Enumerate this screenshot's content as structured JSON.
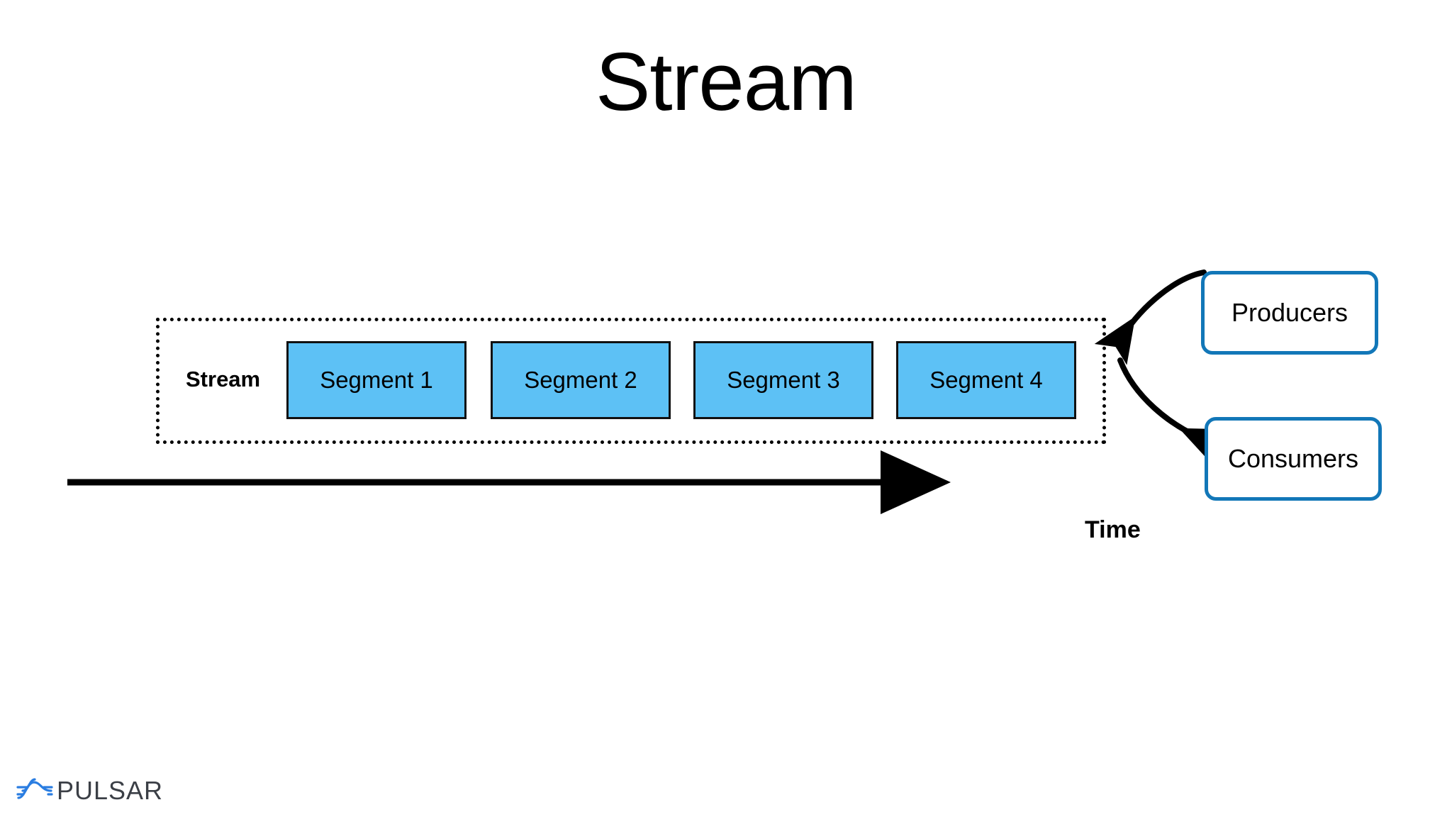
{
  "slide": {
    "title": "Stream",
    "background_color": "#ffffff"
  },
  "diagram": {
    "stream": {
      "label": "Stream",
      "border_style": "dotted",
      "border_color": "#000000",
      "segments": [
        {
          "label": "Segment 1"
        },
        {
          "label": "Segment 2"
        },
        {
          "label": "Segment 3"
        },
        {
          "label": "Segment 4"
        }
      ],
      "segment_fill_color": "#5dc1f5",
      "segment_border_color": "#111111"
    },
    "axis": {
      "label": "Time",
      "direction": "left-to-right",
      "color": "#000000"
    },
    "endpoints": [
      {
        "label": "Producers",
        "border_color": "#1277b8",
        "fill_color": "#ffffff"
      },
      {
        "label": "Consumers",
        "border_color": "#1277b8",
        "fill_color": "#ffffff"
      }
    ],
    "connectors": [
      {
        "from": "Producers",
        "to": "Stream",
        "style": "curved-arrow",
        "color": "#000000"
      },
      {
        "from": "Stream",
        "to": "Consumers",
        "style": "curved-arrow",
        "color": "#000000"
      }
    ]
  },
  "branding": {
    "wordmark": "PULSAR",
    "mark_color": "#2a7de1",
    "wordmark_color": "#3b3f46"
  }
}
